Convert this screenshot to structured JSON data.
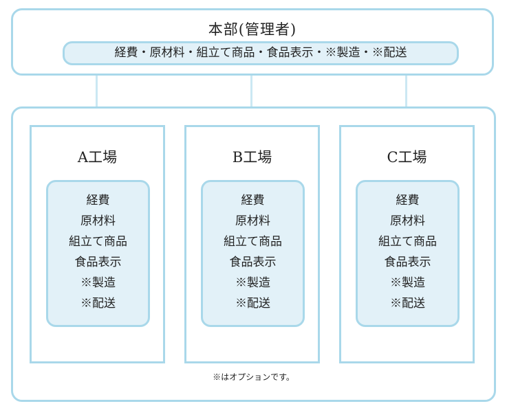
{
  "headquarters": {
    "title": "本部(管理者)",
    "items_line": "経費・原材料・組立て商品・食品表示・※製造・※配送"
  },
  "factories": [
    {
      "name": "A工場",
      "items": [
        "経費",
        "原材料",
        "組立て商品",
        "食品表示",
        "※製造",
        "※配送"
      ]
    },
    {
      "name": "B工場",
      "items": [
        "経費",
        "原材料",
        "組立て商品",
        "食品表示",
        "※製造",
        "※配送"
      ]
    },
    {
      "name": "C工場",
      "items": [
        "経費",
        "原材料",
        "組立て商品",
        "食品表示",
        "※製造",
        "※配送"
      ]
    }
  ],
  "footnote": "※はオプションです。",
  "colors": {
    "border": "#a9d8ea",
    "fill": "#e2f1f8",
    "connector": "#cbe8f3"
  }
}
